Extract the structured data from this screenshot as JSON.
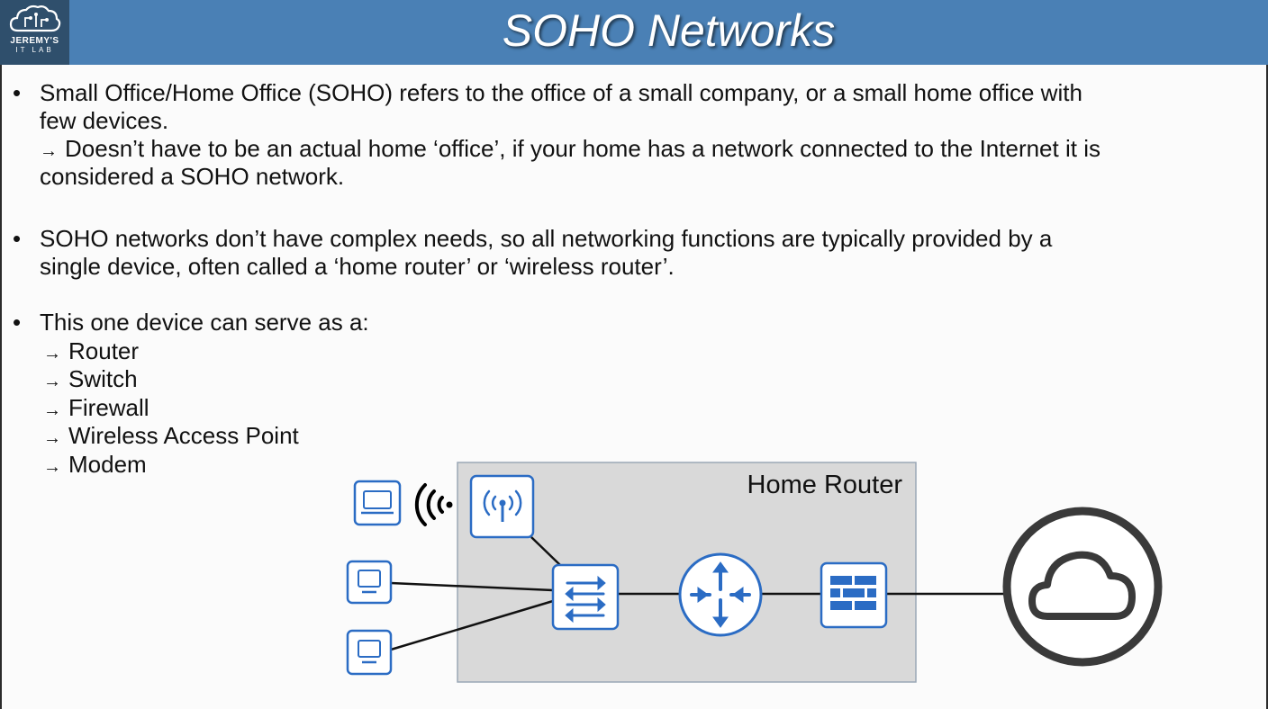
{
  "header": {
    "title": "SOHO Networks",
    "logo_line1": "JEREMY'S",
    "logo_line2": "IT LAB"
  },
  "bullets": [
    {
      "line1": "Small Office/Home Office (SOHO) refers to the office of a small company, or a small home office with",
      "line2": "few devices.",
      "sub1": "Doesn’t have to be an actual home ‘office’, if your home has a network connected to the Internet it is",
      "sub2": "considered a SOHO network."
    },
    {
      "line1": "SOHO networks don’t have complex needs, so all networking functions are typically provided by a",
      "line2": "single device, often called a ‘home router’ or ‘wireless router’."
    },
    {
      "line1": "This one device can serve as a:",
      "items": [
        "Router",
        "Switch",
        "Firewall",
        "Wireless Access Point",
        "Modem"
      ]
    }
  ],
  "symbols": {
    "bullet": "•",
    "arrow": "→"
  },
  "diagram": {
    "box_label": "Home Router",
    "colors": {
      "icon": "#2b6cc4",
      "box_fill": "#d9d9d9",
      "box_border": "#9aa7b6",
      "cloud": "#3a3a3a"
    }
  }
}
